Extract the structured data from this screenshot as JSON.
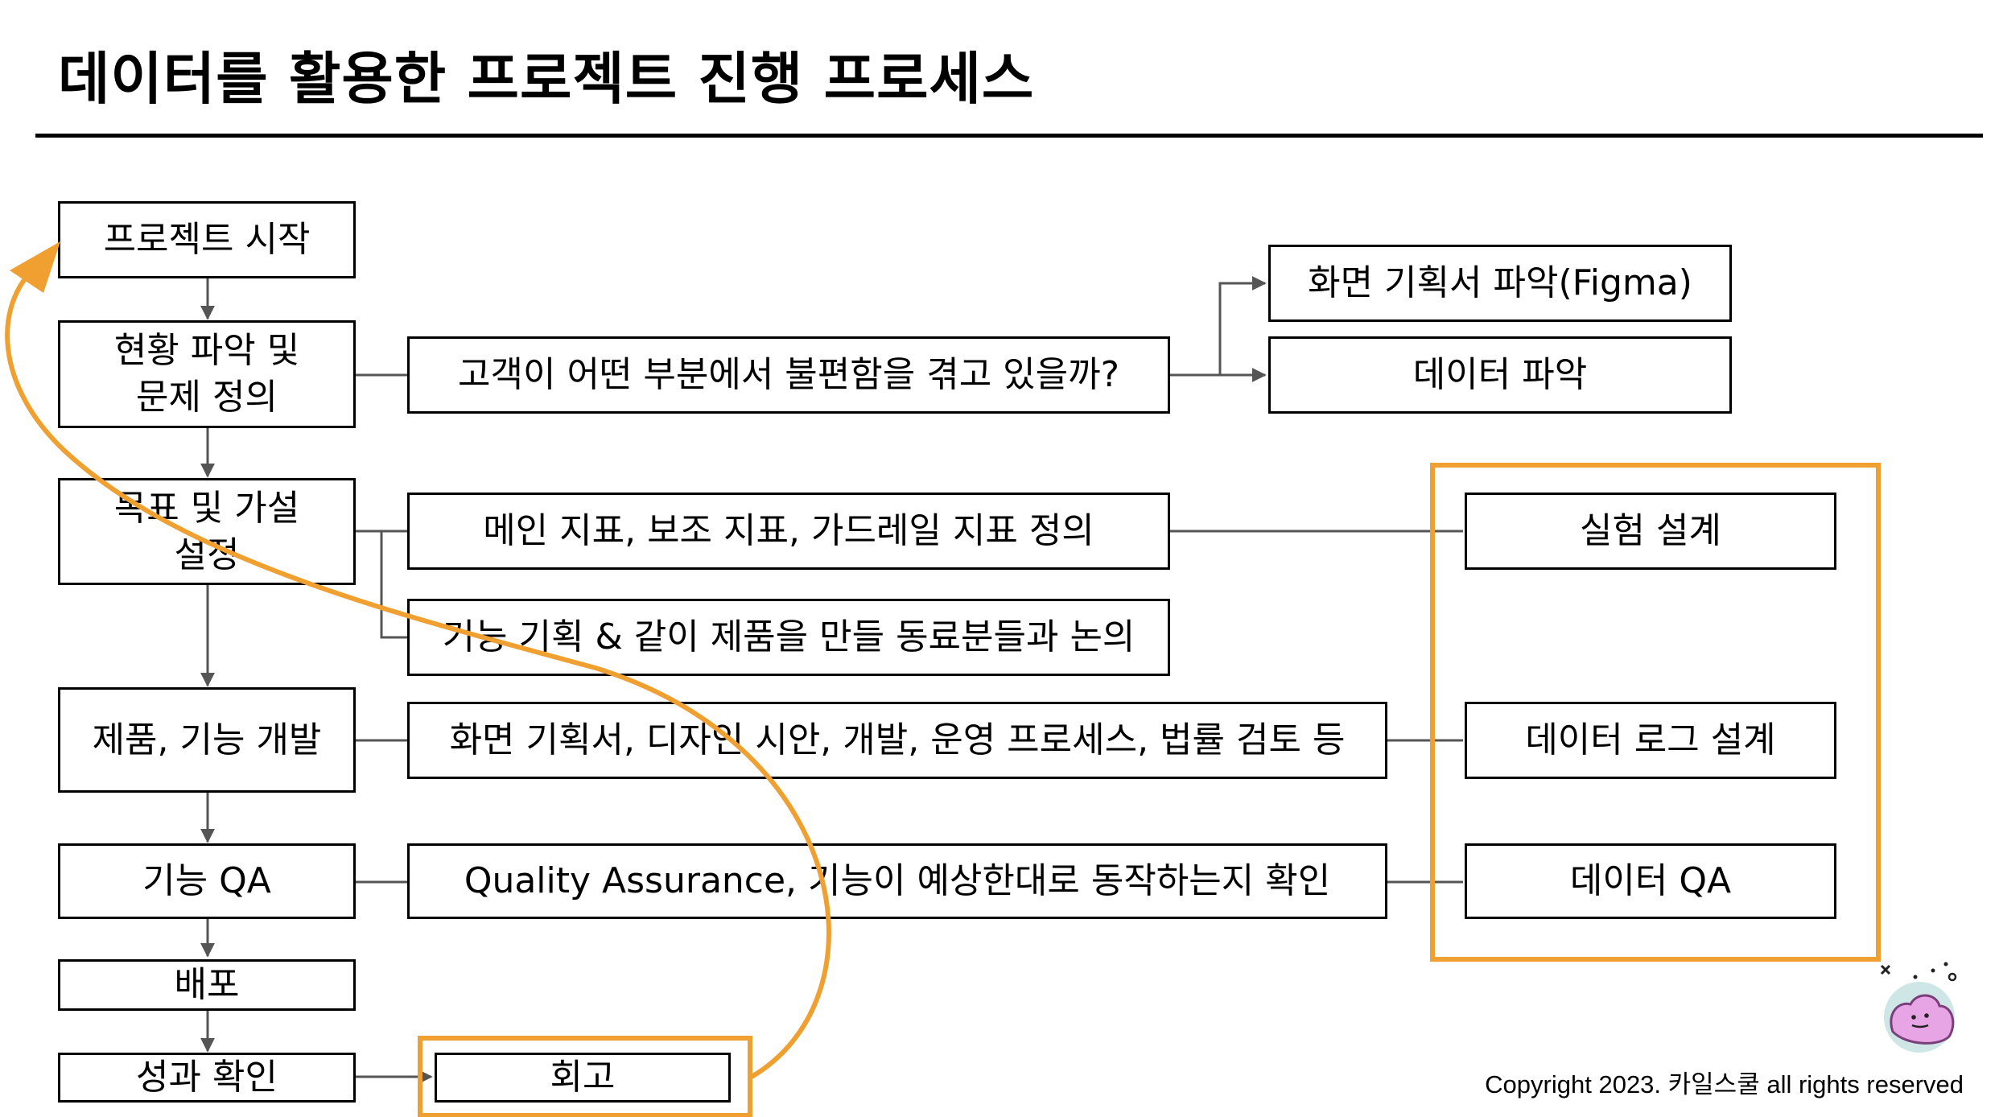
{
  "title": "데이터를 활용한 프로젝트 진행 프로세스",
  "steps": {
    "start": "프로젝트 시작",
    "problem": "현황 파악 및 문제 정의",
    "goal": "목표 및 가설 설정",
    "dev": "제품, 기능 개발",
    "qa": "기능 QA",
    "deploy": "배포",
    "result": "성과 확인"
  },
  "details": {
    "problem": "고객이 어떤 부분에서 불편함을 겪고 있을까?",
    "metrics": "메인 지표, 보조 지표, 가드레일 지표 정의",
    "discuss": "기능 기획 & 같이 제품을 만들 동료분들과 논의",
    "dev": "화면 기획서, 디자인 시안, 개발, 운영 프로세스, 법률 검토 등",
    "qa": "Quality Assurance, 기능이 예상한대로 동작하는지 확인",
    "figma": "화면 기획서 파악(Figma)",
    "data": "데이터 파악",
    "retro": "회고"
  },
  "data_steps": {
    "experiment": "실험 설계",
    "log": "데이터 로그 설계",
    "qa": "데이터 QA"
  },
  "copyright": "Copyright 2023. 카일스쿨 all rights reserved",
  "colors": {
    "accent": "#F0A030",
    "line": "#555555",
    "border": "#000000"
  },
  "icons": {
    "mascot": "ditto-blob-icon"
  }
}
